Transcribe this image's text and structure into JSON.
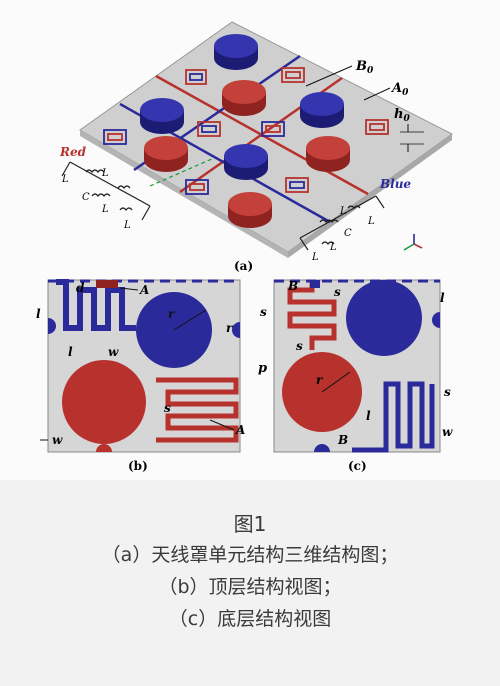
{
  "figure": {
    "labels": {
      "panel_a": "(a)",
      "panel_b": "(b)",
      "panel_c": "(c)",
      "red": "Red",
      "blue": "Blue",
      "B0": "B",
      "B0_sub": "0",
      "A0": "A",
      "A0_sub": "0",
      "h0": "h",
      "h0_sub": "0",
      "L0": "L",
      "L1": "L",
      "Cs": "C",
      "Lv": "L",
      "d1": "d",
      "A1": "A",
      "l0": "l",
      "l1": "l",
      "w1": "w",
      "r0": "r",
      "r2": "r",
      "w0": "w",
      "s1": "s",
      "p": "p",
      "B1": "B",
      "s4": "s",
      "s3": "s",
      "s2": "s",
      "l3": "l",
      "s0": "s",
      "l2": "l"
    },
    "colors": {
      "red_patch": "#b7322d",
      "red_patch_dark": "#8f2320",
      "blue_patch": "#2a2a9a",
      "blue_patch_dark": "#1c1c74",
      "substrate": "#c8c8c8",
      "substrate_light": "#d6d6d6",
      "line_red": "#b7322d",
      "line_blue": "#2a2a9a",
      "green_arrow": "#1a9a3a"
    }
  },
  "caption": {
    "title": "图1",
    "line_a": "（a）天线罩单元结构三维结构图；",
    "line_b": "（b）顶层结构视图；",
    "line_c": "（c）底层结构视图"
  }
}
